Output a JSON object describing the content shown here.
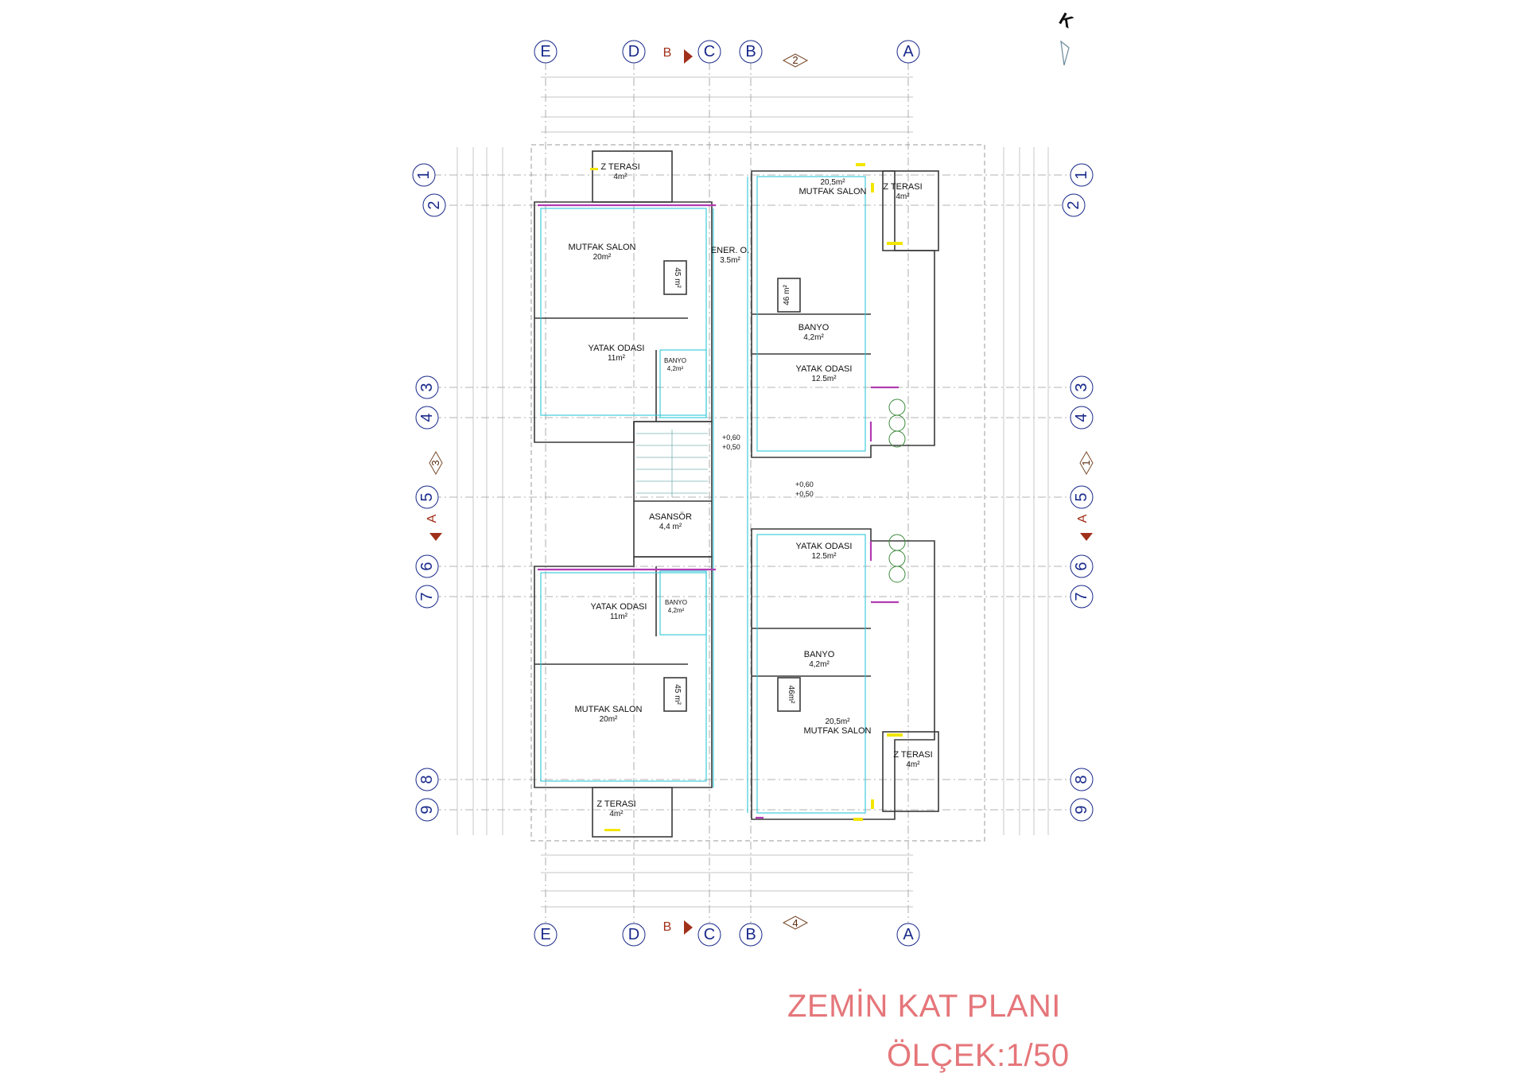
{
  "plan": {
    "title": "ZEMİN KAT PLANI",
    "scale": "ÖLÇEK:1/50",
    "north_mark": "K"
  },
  "axes": {
    "columns": [
      "E",
      "D",
      "C",
      "B",
      "A"
    ],
    "rows": [
      "1",
      "2",
      "3",
      "4",
      "5",
      "6",
      "7",
      "8",
      "9"
    ]
  },
  "section_marks": {
    "b": "B",
    "a": "A",
    "top_elev": "2",
    "bottom_elev": "4",
    "left_elev": "3",
    "right_elev": "1"
  },
  "levels": {
    "upper": [
      "+0,60",
      "+0,50"
    ],
    "lower": [
      "+0,60",
      "+0,50"
    ]
  },
  "rooms": [
    {
      "name": "Z TERASI",
      "area": "4m²"
    },
    {
      "name": "MUTFAK SALON",
      "area": "20m²"
    },
    {
      "name": "",
      "area": "45 m²"
    },
    {
      "name": "ENER. O.",
      "area": "3.5m²"
    },
    {
      "name": "MUTFAK SALON",
      "area": "20,5m²"
    },
    {
      "name": "Z TERASI",
      "area": "4m²"
    },
    {
      "name": "",
      "area": "46 m²"
    },
    {
      "name": "BANYO",
      "area": "4,2m²"
    },
    {
      "name": "YATAK ODASI",
      "area": "11m²"
    },
    {
      "name": "BANYO",
      "area": "4,2m²"
    },
    {
      "name": "YATAK ODASI",
      "area": "12.5m²"
    },
    {
      "name": "ASANSÖR",
      "area": "4,4 m²"
    },
    {
      "name": "YATAK ODASI",
      "area": "12.5m²"
    },
    {
      "name": "YATAK ODASI",
      "area": "11m²"
    },
    {
      "name": "BANYO",
      "area": "4,2m²"
    },
    {
      "name": "BANYO",
      "area": "4,2m²"
    },
    {
      "name": "",
      "area": "45 m²"
    },
    {
      "name": "",
      "area": "46m²"
    },
    {
      "name": "MUTFAK SALON",
      "area": "20m²"
    },
    {
      "name": "MUTFAK SALON",
      "area": "20,5m²"
    },
    {
      "name": "Z TERASI",
      "area": "4m²"
    },
    {
      "name": "Z TERASI",
      "area": "4m²"
    }
  ],
  "colors": {
    "grid": "#8a8a8a",
    "wall": "#3a3a3a",
    "cyan": "#2fc8d8",
    "magenta": "#b23cb2",
    "yellow": "#e8e000",
    "green": "#3a8a3a",
    "bubble": "#1a2a8a",
    "section": "#a0301a",
    "title": "#e5767a"
  }
}
